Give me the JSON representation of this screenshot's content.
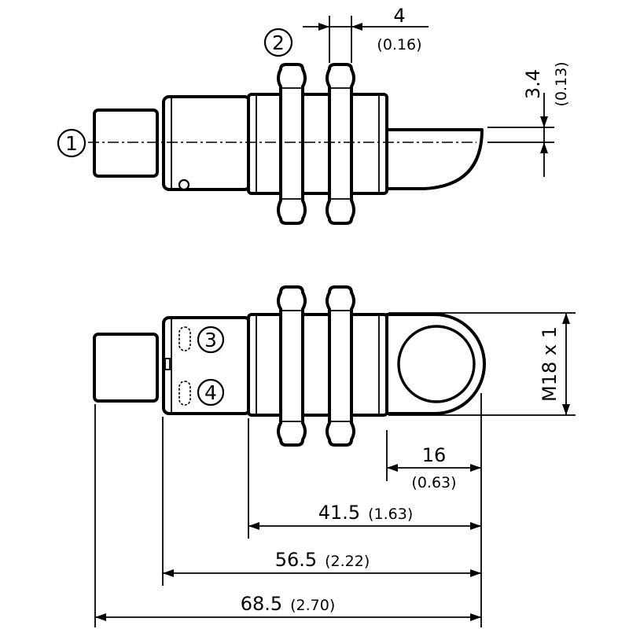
{
  "callouts": {
    "c1": "1",
    "c2": "2",
    "c3": "3",
    "c4": "4"
  },
  "dimensions": {
    "nut_width": {
      "value": "4",
      "inch": "(0.16)"
    },
    "axis_offset": {
      "value": "3.4",
      "inch": "(0.13)"
    },
    "thread": {
      "value": "M18 x 1"
    },
    "bracket_width": {
      "value": "16",
      "inch": "(0.63)"
    },
    "length_thread": {
      "value": "41.5",
      "inch": "(1.63)"
    },
    "length_body": {
      "value": "56.5",
      "inch": "(2.22)"
    },
    "length_total": {
      "value": "68.5",
      "inch": "(2.70)"
    }
  }
}
